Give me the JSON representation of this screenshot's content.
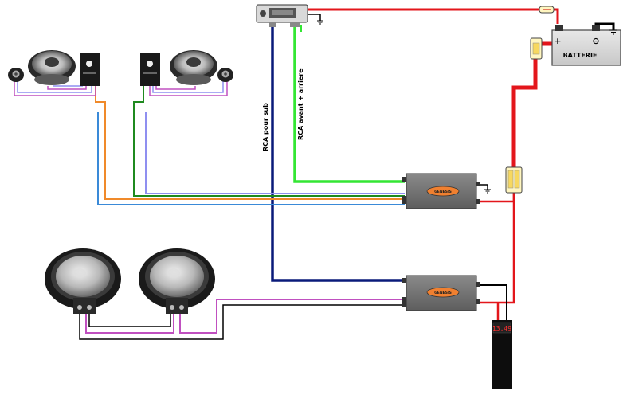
{
  "labels": {
    "rca_sub": "RCA pour sub",
    "rca_front_rear": "RCA avant + arriere",
    "battery": "BATTERIE",
    "battery_plus": "+",
    "battery_minus": "⊖",
    "amp_brand_1": "GENESIS",
    "amp_brand_2": "GENESIS",
    "voltmeter_reading": "13.49"
  },
  "colors": {
    "power": "#e3161b",
    "rca_sub": "#0a1a7a",
    "rca_front": "#33e633",
    "speaker_magenta": "#c050c0",
    "speaker_orange": "#f08a2a",
    "speaker_blue": "#3a8ad8",
    "speaker_green": "#1f8a1f",
    "speaker_lavender": "#8f8ff0",
    "amp_body": "#777777",
    "amp_badge": "#f08030",
    "ground": "#000000"
  },
  "icons": {
    "head_unit": "car-radio-icon",
    "battery": "battery-icon",
    "fuse": "fuse-icon",
    "ground": "ground-icon",
    "speaker": "speaker-icon",
    "tweeter": "tweeter-icon",
    "crossover": "crossover-icon",
    "subwoofer": "subwoofer-icon",
    "amplifier": "amplifier-icon",
    "capacitor": "capacitor-icon"
  }
}
